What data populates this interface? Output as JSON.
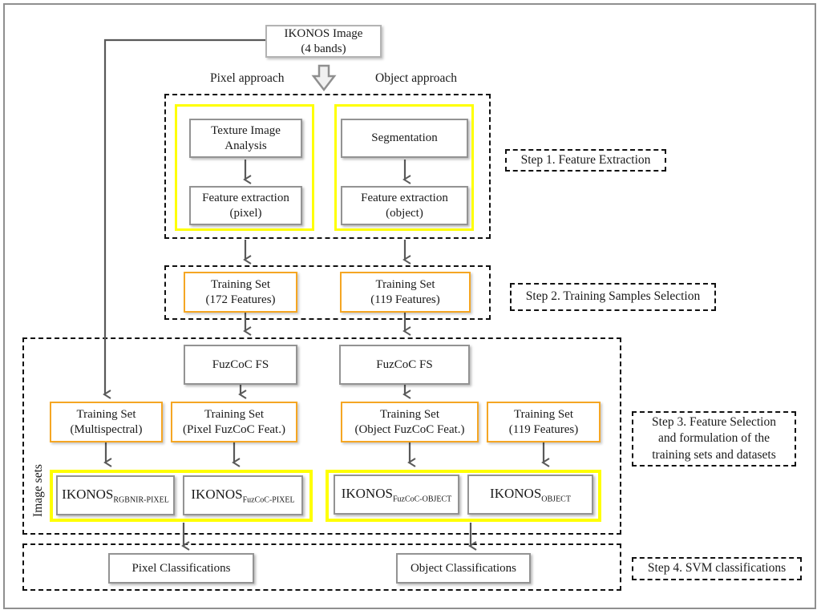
{
  "title_box": {
    "line1": "IKONOS Image",
    "line2": "(4 bands)"
  },
  "approaches": {
    "pixel": "Pixel approach",
    "object": "Object approach"
  },
  "step1": {
    "label": "Step 1. Feature Extraction",
    "texture_line1": "Texture Image",
    "texture_line2": "Analysis",
    "segmentation": "Segmentation",
    "feat_pixel_line1": "Feature extraction",
    "feat_pixel_line2": "(pixel)",
    "feat_object_line1": "Feature extraction",
    "feat_object_line2": "(object)"
  },
  "step2": {
    "label": "Step 2. Training Samples Selection",
    "ts_pixel_line1": "Training Set",
    "ts_pixel_line2": "(172 Features)",
    "ts_object_line1": "Training Set",
    "ts_object_line2": "(119 Features)"
  },
  "step3": {
    "label_line1": "Step 3. Feature Selection",
    "label_line2": "and formulation of the",
    "label_line3": "training sets and datasets",
    "fuzcoc_left": "FuzCoC FS",
    "fuzcoc_right": "FuzCoC FS",
    "image_sets_label": "Image sets",
    "ts_multispectral_line1": "Training Set",
    "ts_multispectral_line2": "(Multispectral)",
    "ts_pixel_fuzcoc_line1": "Training Set",
    "ts_pixel_fuzcoc_line2": "(Pixel FuzCoC Feat.)",
    "ts_object_fuzcoc_line1": "Training Set",
    "ts_object_fuzcoc_line2": "(Object FuzCoC Feat.)",
    "ts_119_line1": "Training Set",
    "ts_119_line2": "(119 Features)",
    "datasets": [
      {
        "base": "IKONOS",
        "sub": "RGBNIR-PIXEL"
      },
      {
        "base": "IKONOS",
        "sub": "FuzCoC-PIXEL"
      },
      {
        "base": "IKONOS",
        "sub": "FuzCoC-OBJECT"
      },
      {
        "base": "IKONOS",
        "sub": "OBJECT"
      }
    ]
  },
  "step4": {
    "label": "Step 4. SVM classifications",
    "pixel_class": "Pixel Classifications",
    "object_class": "Object Classifications"
  },
  "colors": {
    "yellow_group_border": "#ffff00",
    "orange_box_border": "#f5a623",
    "gray_box_border": "#939393",
    "dashed_border": "#111111",
    "arrow": "#595959"
  }
}
